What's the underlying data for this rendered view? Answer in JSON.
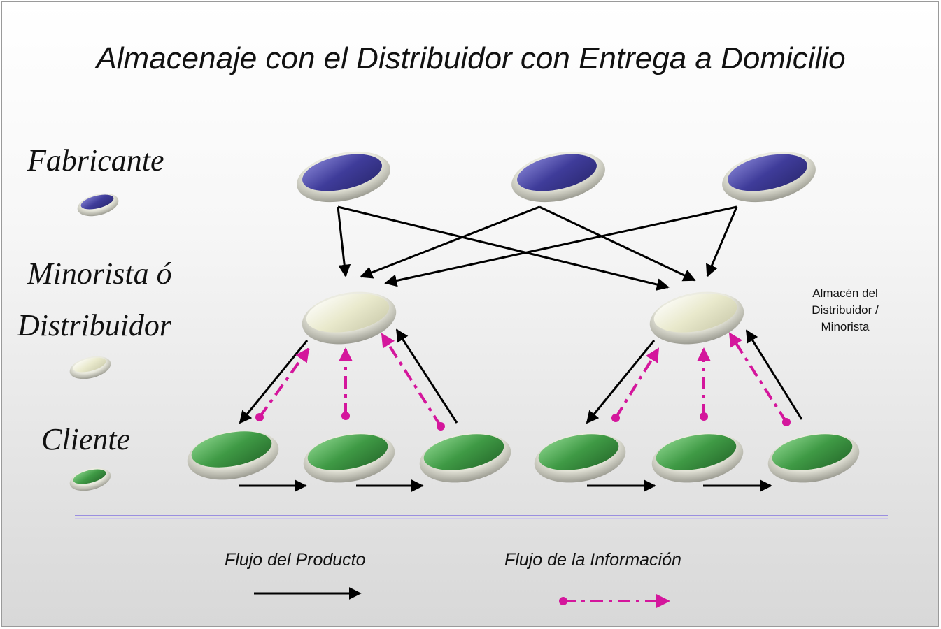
{
  "title": "Almacenaje con el Distribuidor con Entrega a Domicilio",
  "levels": {
    "manufacturer": "Fabricante",
    "retailer_line1": "Minorista ó",
    "retailer_line2": "Distribuidor",
    "customer": "Cliente"
  },
  "warehouse_note": "Almacén del Distribuidor / Minorista",
  "legend": {
    "product_flow": "Flujo del Producto",
    "information_flow": "Flujo de la Información"
  },
  "colors": {
    "manufacturer": "#4a48a6",
    "retailer": "#e4e4c8",
    "customer": "#3f9a45",
    "product_arrow": "#000000",
    "info_arrow": "#d4169c",
    "separator": "#9a8ee0"
  }
}
